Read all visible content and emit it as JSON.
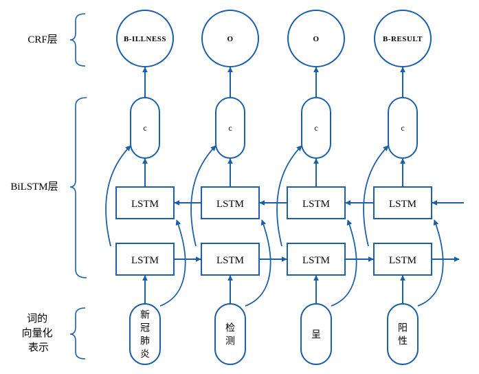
{
  "layers": {
    "crf": "CRF层",
    "bilstm": "BiLSTM层",
    "embedding": [
      "词的",
      "向量化",
      "表示"
    ]
  },
  "columns": [
    {
      "crf_tag": "B-ILLNESS",
      "concat": "c",
      "forward_lstm": "LSTM",
      "backward_lstm": "LSTM",
      "token_chars": [
        "新",
        "冠",
        "肺",
        "炎"
      ]
    },
    {
      "crf_tag": "O",
      "concat": "c",
      "forward_lstm": "LSTM",
      "backward_lstm": "LSTM",
      "token_chars": [
        "检",
        "测"
      ]
    },
    {
      "crf_tag": "O",
      "concat": "c",
      "forward_lstm": "LSTM",
      "backward_lstm": "LSTM",
      "token_chars": [
        "呈"
      ]
    },
    {
      "crf_tag": "B-RESULT",
      "concat": "c",
      "forward_lstm": "LSTM",
      "backward_lstm": "LSTM",
      "token_chars": [
        "阳",
        "性"
      ]
    }
  ],
  "colors": {
    "stroke": "#1a5fa8",
    "text": "#000000",
    "background": "#ffffff"
  }
}
